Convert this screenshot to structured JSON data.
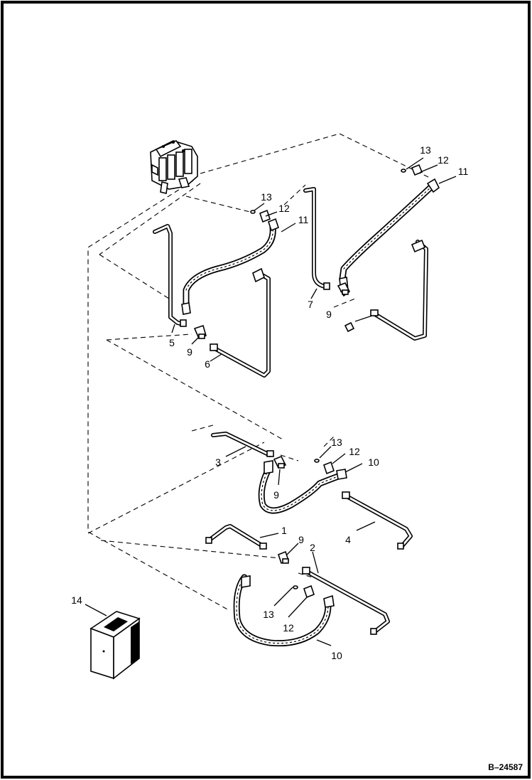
{
  "figure_ref": "B–24587",
  "callouts": {
    "c13a": "13",
    "c12a": "12",
    "c11a": "11",
    "c13b": "13",
    "c12b": "12",
    "c11b": "11",
    "c5": "5",
    "c9a": "9",
    "c6": "6",
    "c7": "7",
    "c9b": "9",
    "c13c": "13",
    "c12c": "12",
    "c3": "3",
    "c10a": "10",
    "c9c": "9",
    "c4": "4",
    "c1": "1",
    "c9d": "9",
    "c2": "2",
    "c13d": "13",
    "c12d": "12",
    "c10b": "10",
    "c14": "14"
  }
}
